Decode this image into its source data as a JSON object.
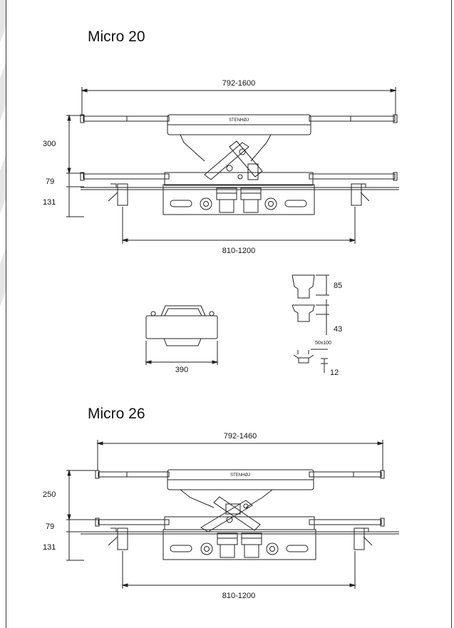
{
  "models": [
    {
      "title": "Micro 20",
      "brand": "STENHØJ",
      "dims": {
        "top_width": "792-1600",
        "height_total": "300",
        "height_mid": "79",
        "height_low": "131",
        "bottom_width": "810-1200"
      }
    },
    {
      "title": "Micro 26",
      "brand": "STENHØJ",
      "dims": {
        "top_width": "792-1460",
        "height_total": "250",
        "height_mid": "79",
        "height_low": "131",
        "bottom_width": "810-1200"
      }
    }
  ],
  "accessories": {
    "case_width": "390",
    "adapter_tall": "85",
    "adapter_short": "43",
    "pad_size": "50x100",
    "pad_height": "12"
  },
  "colors": {
    "line": "#222222",
    "background_stripe": "#e6e6e6"
  }
}
